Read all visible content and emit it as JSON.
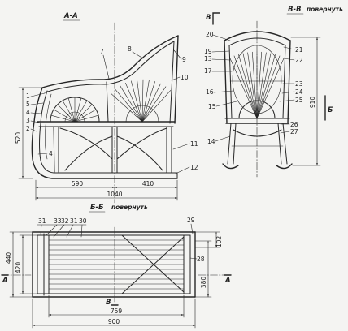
{
  "side_view": {
    "title": "А-А",
    "callouts": {
      "c7": "7",
      "c8": "8",
      "c9": "9",
      "c10": "10",
      "c1": "1",
      "c5": "5",
      "c4": "4",
      "c3": "3",
      "c2": "2",
      "c4_runner": "4",
      "c11": "11",
      "c12": "12"
    },
    "dimensions": {
      "height": "520",
      "front": "590",
      "rear": "410",
      "total": "1040"
    }
  },
  "end_view": {
    "title": "В-В",
    "note": "повернуть",
    "cut_mark": "В",
    "section_mark": "Б",
    "callouts": {
      "c20": "20",
      "c19": "19",
      "c13": "13",
      "c17": "17",
      "c16": "16",
      "c15": "15",
      "c14": "14",
      "c21": "21",
      "c22": "22",
      "c23": "23",
      "c24": "24",
      "c25": "25",
      "c26": "26",
      "c27": "27"
    },
    "dimensions": {
      "height": "910"
    }
  },
  "plan_view": {
    "title": "Б-Б",
    "note": "повернуть",
    "section_mark": "А",
    "view_mark": "В",
    "callouts": {
      "c31a": "31",
      "c33": "33",
      "c32": "32",
      "c31b": "31",
      "c30": "30",
      "c29": "29",
      "c28": "28"
    },
    "dimensions": {
      "width_outer": "440",
      "width_inner": "420",
      "rear_offset": "102",
      "rear_width": "380",
      "inner_length": "759",
      "total_length": "900"
    }
  }
}
